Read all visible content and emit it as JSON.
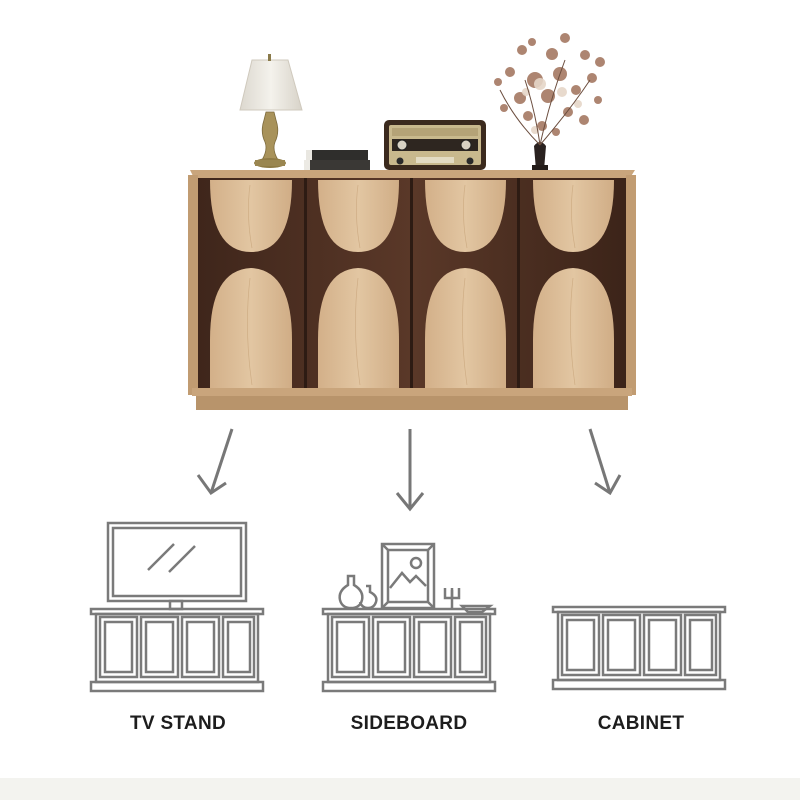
{
  "hero": {
    "subject": "four-door wooden sideboard with dark walnut panels and light ash oval inlays",
    "decor_items": [
      "table-lamp",
      "stacked-books",
      "vintage-radio",
      "dried-flower-vase"
    ],
    "colors": {
      "light_wood": "#d8b88f",
      "dark_wood": "#4a2e22",
      "frame_wood": "#c9a57c",
      "lamp_shade": "#ece9e2",
      "lamp_base": "#a8925a",
      "radio_body": "#3b2a1e",
      "radio_face": "#c9b98d",
      "flowers": "#a97f6a",
      "vase": "#2a2220"
    }
  },
  "arrows": {
    "color": "#777777",
    "items": [
      {
        "direction": "down-left"
      },
      {
        "direction": "down"
      },
      {
        "direction": "down-right"
      }
    ]
  },
  "uses": [
    {
      "label": "TV STAND",
      "icon": "tv-stand-icon"
    },
    {
      "label": "SIDEBOARD",
      "icon": "sideboard-icon"
    },
    {
      "label": "CABINET",
      "icon": "cabinet-icon"
    }
  ],
  "icon_stroke": "#7a7a7a",
  "footer_band_color": "#f3f3ef"
}
